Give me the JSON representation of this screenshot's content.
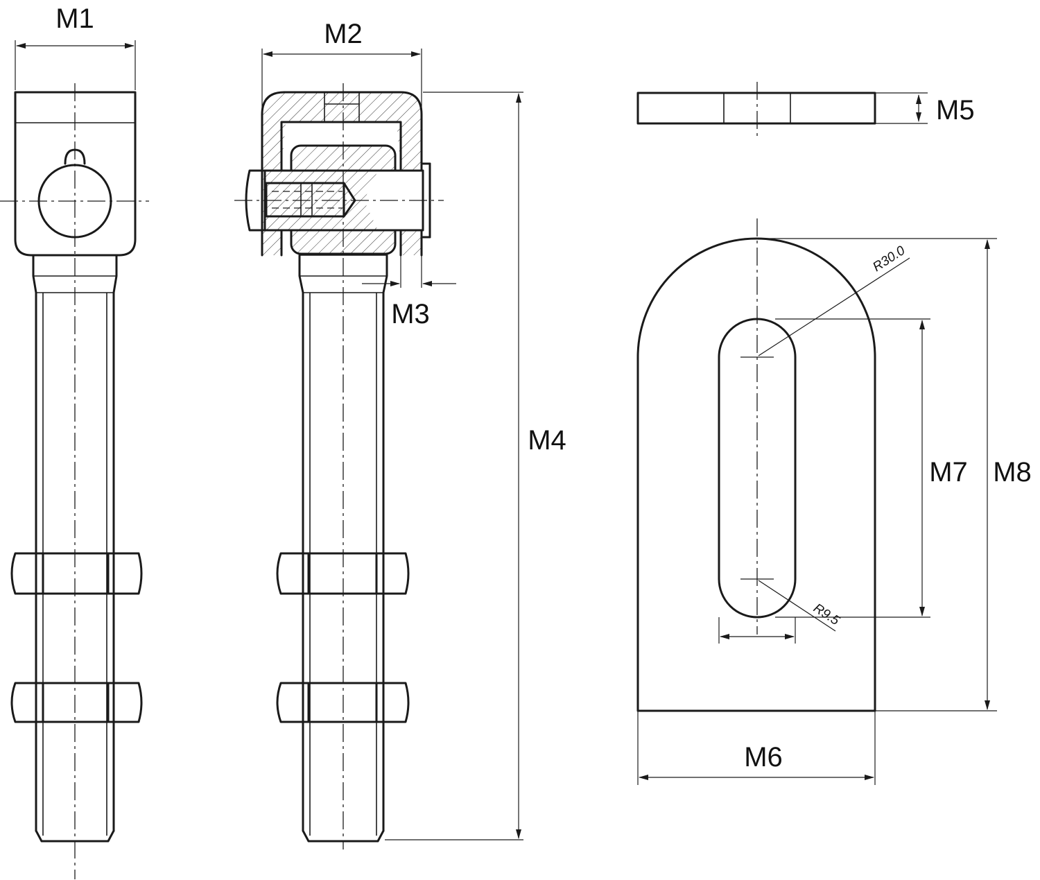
{
  "dimensions": {
    "m1": "M1",
    "m2": "M2",
    "m3": "M3",
    "m4": "M4",
    "m5": "M5",
    "m6": "M6",
    "m7": "M7",
    "m8": "M8"
  },
  "radii": {
    "outer": "R30.0",
    "slot": "R9.5"
  }
}
